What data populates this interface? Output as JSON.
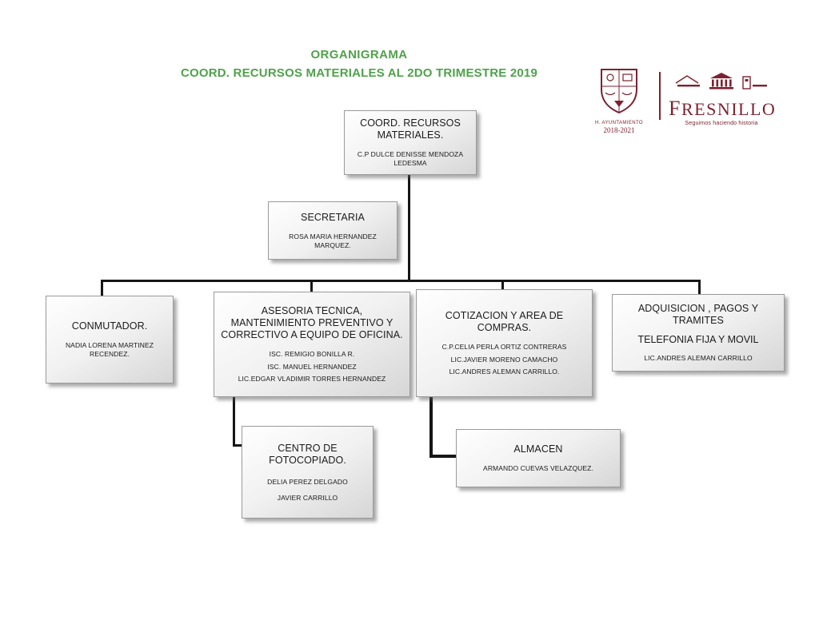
{
  "title": {
    "line1": "ORGANIGRAMA",
    "line2": "COORD. RECURSOS MATERIALES AL 2DO TRIMESTRE 2019"
  },
  "logo": {
    "crest_caption": "H. AYUNTAMIENTO",
    "crest_years": "2018-2021",
    "wordmark": "FRESNILLO",
    "tagline": "Seguimos haciendo historia"
  },
  "colors": {
    "title_green": "#4fa24a",
    "brand_maroon": "#7c2230",
    "connector_black": "#161616"
  },
  "nodes": {
    "coord": {
      "title": "COORD. RECURSOS MATERIALES.",
      "people": [
        "C.P DULCE DENISSE MENDOZA LEDESMA"
      ]
    },
    "secretaria": {
      "title": "SECRETARIA",
      "people": [
        "ROSA MARIA HERNANDEZ MARQUEZ."
      ]
    },
    "conmutador": {
      "title": "CONMUTADOR.",
      "people": [
        "NADIA LORENA MARTINEZ RECENDEZ."
      ]
    },
    "asesoria": {
      "title": "ASESORIA TECNICA,  MANTENIMIENTO PREVENTIVO Y CORRECTIVO A EQUIPO DE OFICINA.",
      "people": [
        "ISC. REMIGIO BONILLA R.",
        "ISC. MANUEL HERNANDEZ",
        "LIC.EDGAR VLADIMIR TORRES HERNANDEZ"
      ]
    },
    "cotizacion": {
      "title": "COTIZACION Y AREA DE COMPRAS.",
      "people": [
        "C.P.CELIA PERLA ORTIZ CONTRERAS",
        "LIC.JAVIER MORENO CAMACHO",
        "LIC.ANDRES ALEMAN CARRILLO."
      ]
    },
    "adquisicion": {
      "title": "ADQUISICION , PAGOS Y TRAMITES",
      "subtitle": "TELEFONIA FIJA Y MOVIL",
      "people": [
        "LIC.ANDRES ALEMAN CARRILLO"
      ]
    },
    "fotocopiado": {
      "title": "CENTRO DE FOTOCOPIADO.",
      "people": [
        "DELIA PEREZ DELGADO",
        "JAVIER CARRILLO"
      ]
    },
    "almacen": {
      "title": "ALMACEN",
      "people": [
        "ARMANDO CUEVAS VELAZQUEZ."
      ]
    }
  }
}
